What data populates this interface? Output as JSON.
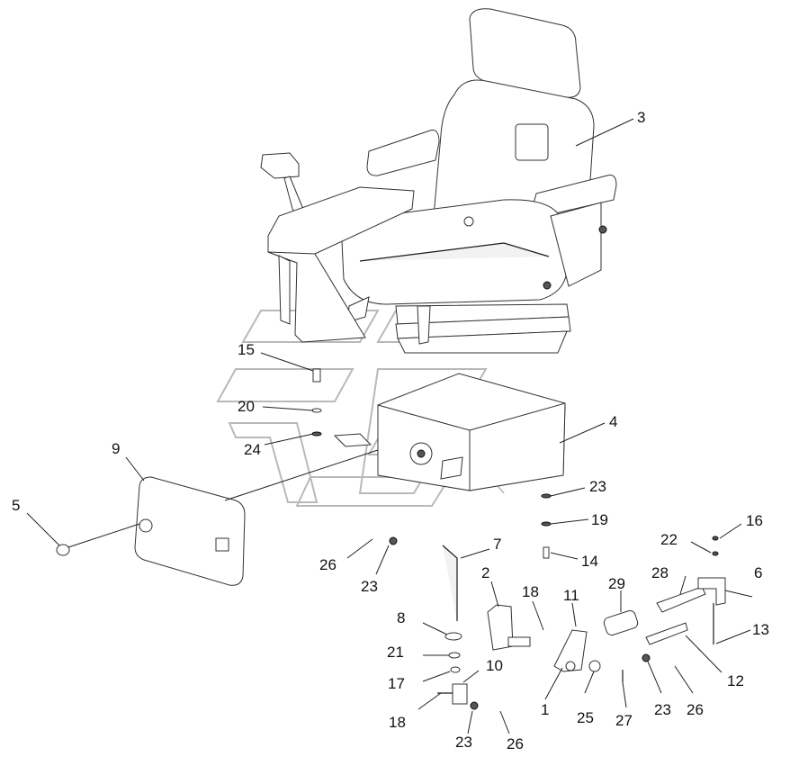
{
  "diagram": {
    "callouts": [
      {
        "id": "c3",
        "label": "3"
      },
      {
        "id": "c15",
        "label": "15"
      },
      {
        "id": "c20",
        "label": "20"
      },
      {
        "id": "c24",
        "label": "24"
      },
      {
        "id": "c4",
        "label": "4"
      },
      {
        "id": "c9",
        "label": "9"
      },
      {
        "id": "c5",
        "label": "5"
      },
      {
        "id": "c23a",
        "label": "23"
      },
      {
        "id": "c19",
        "label": "19"
      },
      {
        "id": "c16",
        "label": "16"
      },
      {
        "id": "c22",
        "label": "22"
      },
      {
        "id": "c14",
        "label": "14"
      },
      {
        "id": "c26a",
        "label": "26"
      },
      {
        "id": "c23b",
        "label": "23"
      },
      {
        "id": "c7",
        "label": "7"
      },
      {
        "id": "c6",
        "label": "6"
      },
      {
        "id": "c28",
        "label": "28"
      },
      {
        "id": "c2",
        "label": "2"
      },
      {
        "id": "c18a",
        "label": "18"
      },
      {
        "id": "c11",
        "label": "11"
      },
      {
        "id": "c29",
        "label": "29"
      },
      {
        "id": "c13",
        "label": "13"
      },
      {
        "id": "c8",
        "label": "8"
      },
      {
        "id": "c21",
        "label": "21"
      },
      {
        "id": "c10",
        "label": "10"
      },
      {
        "id": "c12",
        "label": "12"
      },
      {
        "id": "c17",
        "label": "17"
      },
      {
        "id": "c1",
        "label": "1"
      },
      {
        "id": "c25",
        "label": "25"
      },
      {
        "id": "c27",
        "label": "27"
      },
      {
        "id": "c23c",
        "label": "23"
      },
      {
        "id": "c26b",
        "label": "26"
      },
      {
        "id": "c18b",
        "label": "18"
      },
      {
        "id": "c23d",
        "label": "23"
      },
      {
        "id": "c26c",
        "label": "26"
      }
    ]
  }
}
